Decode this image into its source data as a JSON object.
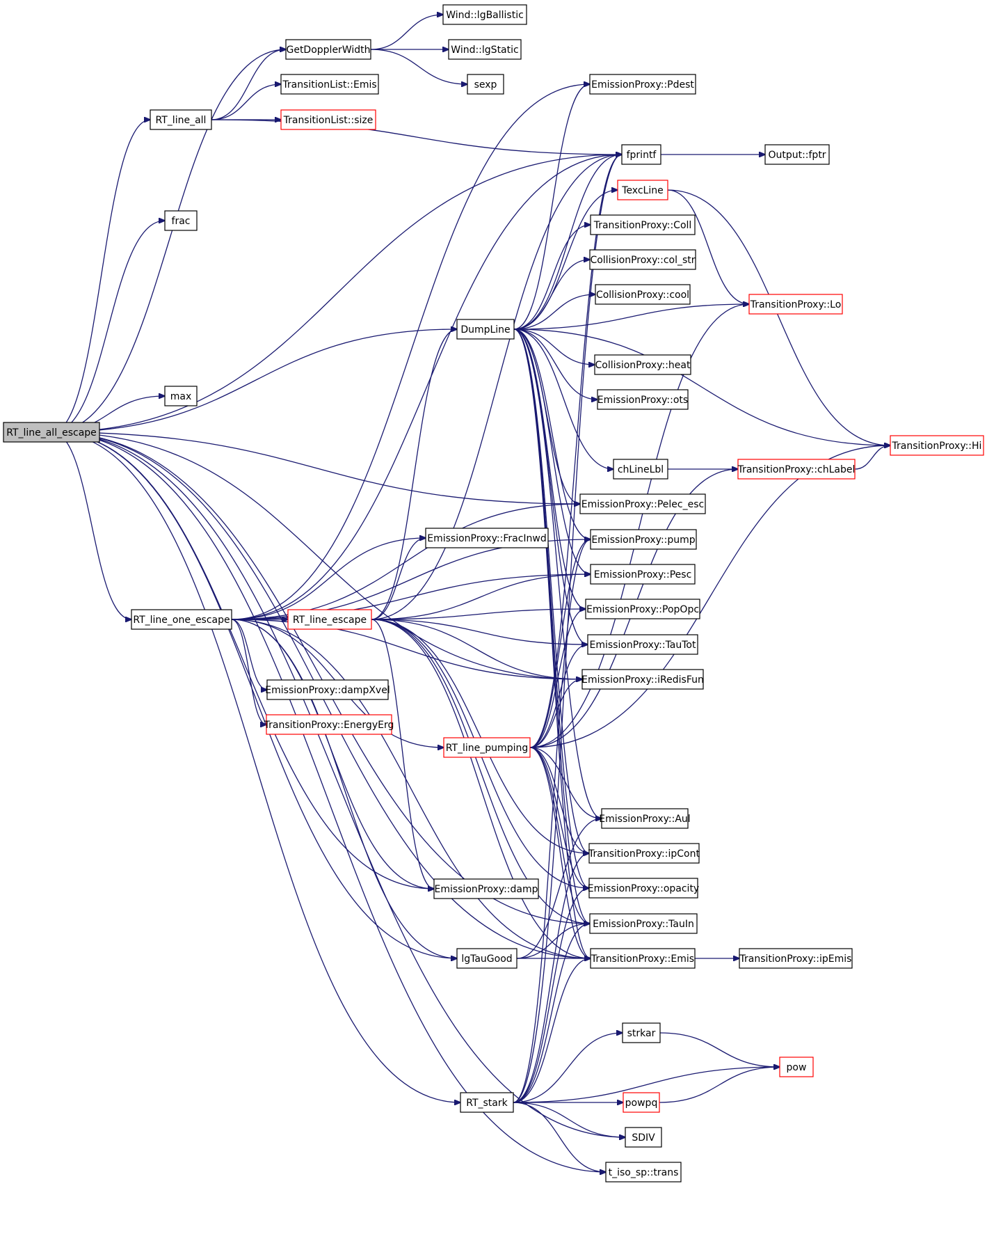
{
  "colors": {
    "edge": "#191970",
    "node_border": "#000000",
    "node_border_truncated": "#ff0000",
    "root_fill": "#bfbfbf",
    "node_fill": "#ffffff"
  },
  "nodes": [
    {
      "id": "root",
      "label": "RT_line_all_escape",
      "root": true
    },
    {
      "id": "wind_ballistic",
      "label": "Wind::lgBallistic"
    },
    {
      "id": "getdoppler",
      "label": "GetDopplerWidth"
    },
    {
      "id": "wind_static",
      "label": "Wind::lgStatic"
    },
    {
      "id": "sexp",
      "label": "sexp"
    },
    {
      "id": "tl_emis",
      "label": "TransitionList::Emis"
    },
    {
      "id": "ep_pdest",
      "label": "EmissionProxy::Pdest"
    },
    {
      "id": "rt_line_all",
      "label": "RT_line_all"
    },
    {
      "id": "tl_size",
      "label": "TransitionList::size",
      "truncated": true
    },
    {
      "id": "fprintf",
      "label": "fprintf"
    },
    {
      "id": "out_fptr",
      "label": "Output::fptr"
    },
    {
      "id": "texcline",
      "label": "TexcLine",
      "truncated": true
    },
    {
      "id": "frac",
      "label": "frac"
    },
    {
      "id": "tp_coll",
      "label": "TransitionProxy::Coll"
    },
    {
      "id": "cp_colstr",
      "label": "CollisionProxy::col_str"
    },
    {
      "id": "cp_cool",
      "label": "CollisionProxy::cool"
    },
    {
      "id": "tp_lo",
      "label": "TransitionProxy::Lo",
      "truncated": true
    },
    {
      "id": "dumpline",
      "label": "DumpLine"
    },
    {
      "id": "cp_heat",
      "label": "CollisionProxy::heat"
    },
    {
      "id": "max",
      "label": "max"
    },
    {
      "id": "ep_ots",
      "label": "EmissionProxy::ots"
    },
    {
      "id": "tp_hi",
      "label": "TransitionProxy::Hi",
      "truncated": true
    },
    {
      "id": "chlinelbl",
      "label": "chLineLbl"
    },
    {
      "id": "tp_chlabel",
      "label": "TransitionProxy::chLabel",
      "truncated": true
    },
    {
      "id": "ep_pelec",
      "label": "EmissionProxy::Pelec_esc"
    },
    {
      "id": "ep_fracinwd",
      "label": "EmissionProxy::FracInwd"
    },
    {
      "id": "ep_pump",
      "label": "EmissionProxy::pump"
    },
    {
      "id": "ep_pesc",
      "label": "EmissionProxy::Pesc"
    },
    {
      "id": "ep_popopc",
      "label": "EmissionProxy::PopOpc"
    },
    {
      "id": "rt_one_escape",
      "label": "RT_line_one_escape"
    },
    {
      "id": "rt_line_escape",
      "label": "RT_line_escape",
      "truncated": true
    },
    {
      "id": "ep_tautot",
      "label": "EmissionProxy::TauTot"
    },
    {
      "id": "ep_iredis",
      "label": "EmissionProxy::iRedisFun"
    },
    {
      "id": "ep_dampxvel",
      "label": "EmissionProxy::dampXvel"
    },
    {
      "id": "tp_energyerg",
      "label": "TransitionProxy::EnergyErg",
      "truncated": true
    },
    {
      "id": "rt_pumping",
      "label": "RT_line_pumping",
      "truncated": true
    },
    {
      "id": "ep_aul",
      "label": "EmissionProxy::Aul"
    },
    {
      "id": "tp_ipcont",
      "label": "TransitionProxy::ipCont"
    },
    {
      "id": "ep_damp",
      "label": "EmissionProxy::damp"
    },
    {
      "id": "ep_opacity",
      "label": "EmissionProxy::opacity"
    },
    {
      "id": "ep_tauin",
      "label": "EmissionProxy::TauIn"
    },
    {
      "id": "lgtaugood",
      "label": "lgTauGood"
    },
    {
      "id": "tp_emis",
      "label": "TransitionProxy::Emis"
    },
    {
      "id": "tp_ipemis",
      "label": "TransitionProxy::ipEmis"
    },
    {
      "id": "strkar",
      "label": "strkar"
    },
    {
      "id": "pow",
      "label": "pow",
      "truncated": true
    },
    {
      "id": "rt_stark",
      "label": "RT_stark"
    },
    {
      "id": "powpq",
      "label": "powpq",
      "truncated": true
    },
    {
      "id": "sdiv",
      "label": "SDIV"
    },
    {
      "id": "t_iso_trans",
      "label": "t_iso_sp::trans"
    }
  ]
}
